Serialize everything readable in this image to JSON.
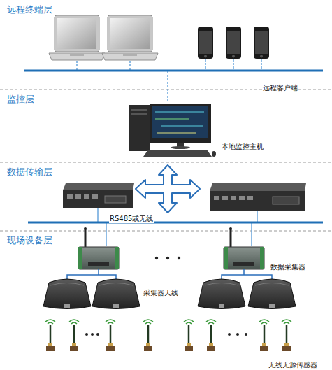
{
  "diagram": {
    "nodes": [
      {
        "text": [
          "远程终端层"
        ]
      },
      {
        "text": [
          "监控层"
        ]
      },
      {
        "text": [
          "数据传输层"
        ]
      },
      {
        "text": [
          "现场设备层"
        ]
      }
    ],
    "labels": [
      "远程客户端",
      "本地监控主机",
      "RS485或无线",
      "数据采集器",
      "采集器天线",
      "无线无源传感器"
    ]
  }
}
